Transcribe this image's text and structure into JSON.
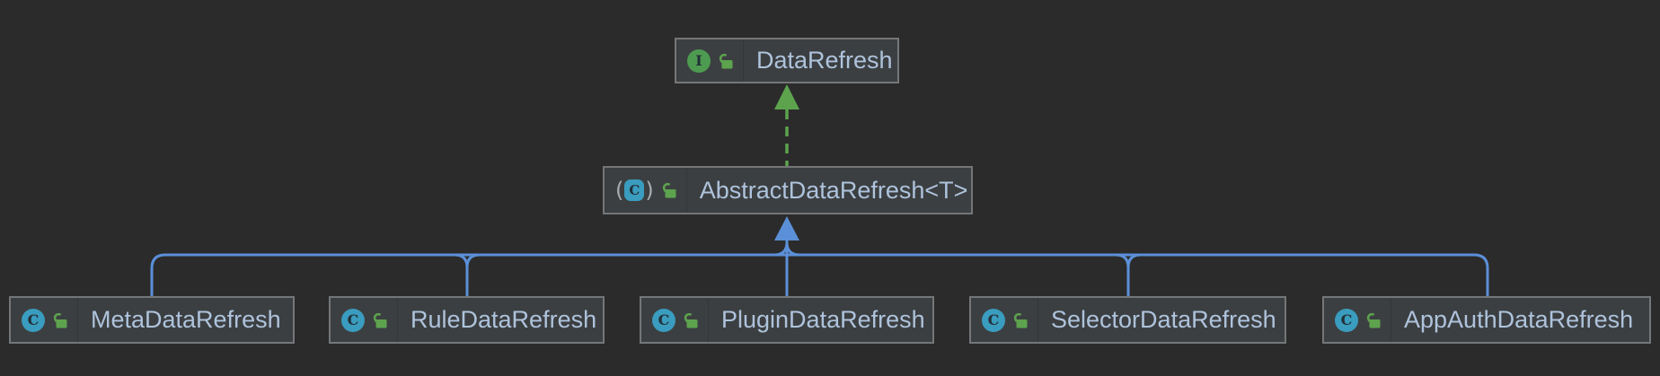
{
  "diagram": {
    "kind": "uml-class-hierarchy",
    "interface_node": {
      "label": "DataRefresh",
      "stereotype": "interface",
      "visibility": "public"
    },
    "abstract_node": {
      "label": "AbstractDataRefresh<T>",
      "stereotype": "abstract-class",
      "visibility": "public"
    },
    "child_nodes": [
      {
        "label": "MetaDataRefresh",
        "stereotype": "class",
        "visibility": "public"
      },
      {
        "label": "RuleDataRefresh",
        "stereotype": "class",
        "visibility": "public"
      },
      {
        "label": "PluginDataRefresh",
        "stereotype": "class",
        "visibility": "public"
      },
      {
        "label": "SelectorDataRefresh",
        "stereotype": "class",
        "visibility": "public"
      },
      {
        "label": "AppAuthDataRefresh",
        "stereotype": "class",
        "visibility": "public"
      }
    ],
    "edges": [
      {
        "from": "AbstractDataRefresh<T>",
        "to": "DataRefresh",
        "type": "realization",
        "line": "dashed",
        "color": "#5da34e"
      },
      {
        "from": "MetaDataRefresh",
        "to": "AbstractDataRefresh<T>",
        "type": "inheritance",
        "line": "solid",
        "color": "#5b8fd8"
      },
      {
        "from": "RuleDataRefresh",
        "to": "AbstractDataRefresh<T>",
        "type": "inheritance",
        "line": "solid",
        "color": "#5b8fd8"
      },
      {
        "from": "PluginDataRefresh",
        "to": "AbstractDataRefresh<T>",
        "type": "inheritance",
        "line": "solid",
        "color": "#5b8fd8"
      },
      {
        "from": "SelectorDataRefresh",
        "to": "AbstractDataRefresh<T>",
        "type": "inheritance",
        "line": "solid",
        "color": "#5b8fd8"
      },
      {
        "from": "AppAuthDataRefresh",
        "to": "AbstractDataRefresh<T>",
        "type": "inheritance",
        "line": "solid",
        "color": "#5b8fd8"
      }
    ],
    "icon_glyphs": {
      "class_letter": "C",
      "interface_letter": "I",
      "abstract_open_paren": "(",
      "abstract_close_paren": ")"
    },
    "colors": {
      "background": "#2b2b2b",
      "node_fill": "#3c3f41",
      "node_border": "#747678",
      "node_text": "#aec3dc",
      "class_icon": "#3a9cbe",
      "interface_icon": "#4d9b51",
      "lock_icon": "#5da34e",
      "realization_edge": "#5da34e",
      "inheritance_edge": "#5b8fd8"
    }
  }
}
